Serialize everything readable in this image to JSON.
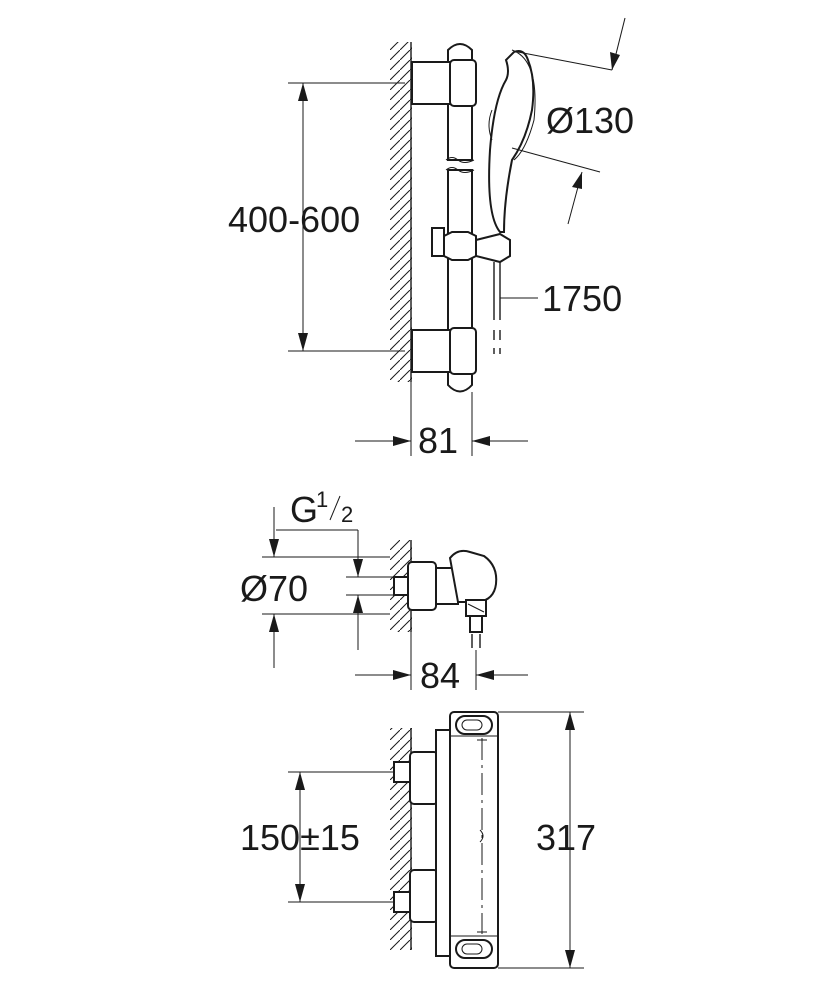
{
  "dimensions": {
    "bracket_spacing": "400-600",
    "head_diameter": "Ø130",
    "hose_length": "1750",
    "rail_projection": "81",
    "thread_prefix": "G",
    "thread_num": "1",
    "thread_den": "2",
    "connection_diameter": "Ø70",
    "thermostat_projection": "84",
    "inlet_spacing": "150±15",
    "thermostat_height": "317"
  }
}
